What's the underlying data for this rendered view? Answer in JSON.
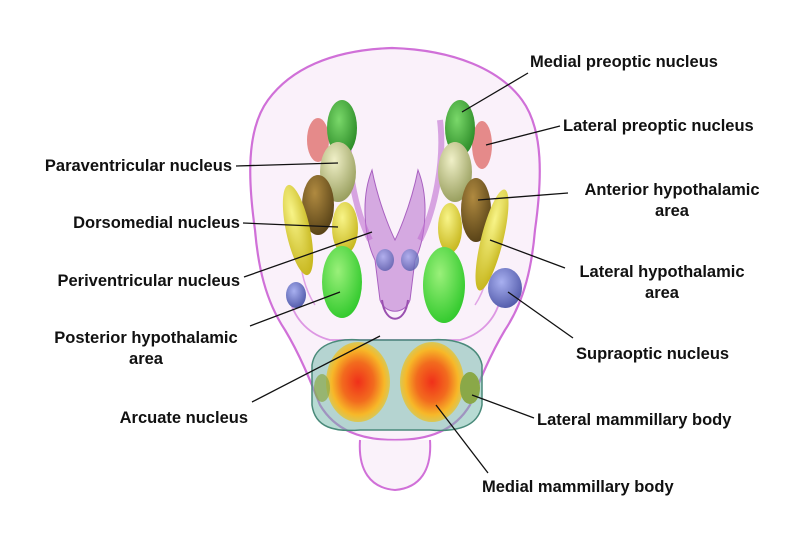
{
  "labels": {
    "medial_preoptic": "Medial preoptic nucleus",
    "lateral_preoptic": "Lateral preoptic nucleus",
    "paraventricular": "Paraventricular nucleus",
    "anterior_hypothalamic_1": "Anterior hypothalamic",
    "anterior_hypothalamic_2": "area",
    "dorsomedial": "Dorsomedial nucleus",
    "periventricular": "Periventricular nucleus",
    "lateral_hypothalamic_1": "Lateral hypothalamic",
    "lateral_hypothalamic_2": "area",
    "posterior_hypothalamic_1": "Posterior hypothalamic",
    "posterior_hypothalamic_2": "area",
    "supraoptic": "Supraoptic nucleus",
    "arcuate": "Arcuate nucleus",
    "lateral_mammillary": "Lateral mammillary body",
    "medial_mammillary": "Medial mammillary body"
  },
  "colors": {
    "outline": "#d070d8",
    "green": "#3db83a",
    "bright_green": "#44e044",
    "olive": "#c8c878",
    "yellow": "#e6e03a",
    "brown": "#8a6a28",
    "pink": "#e58a8a",
    "violet": "#b070c8",
    "blue": "#7078c8",
    "teal": "#6fb8a8",
    "red_core": "#f0301a",
    "orange": "#f7a020"
  }
}
